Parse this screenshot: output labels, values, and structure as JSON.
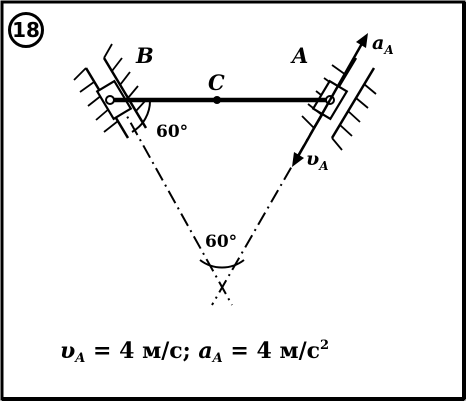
{
  "problem_number": "18",
  "points": {
    "B": "B",
    "C": "C",
    "A": "A"
  },
  "angles": {
    "at_B": "60°",
    "at_bottom": "60°"
  },
  "vectors": {
    "acceleration_A": {
      "symbol": "a",
      "subscript": "A"
    },
    "velocity_A": {
      "symbol": "υ",
      "subscript": "A"
    }
  },
  "given": {
    "v_symbol": "υ",
    "v_sub": "A",
    "v_value": " = 4 м/с; ",
    "a_symbol": "a",
    "a_sub": "A",
    "a_value": " = 4 м/с",
    "a_exp": "2"
  }
}
